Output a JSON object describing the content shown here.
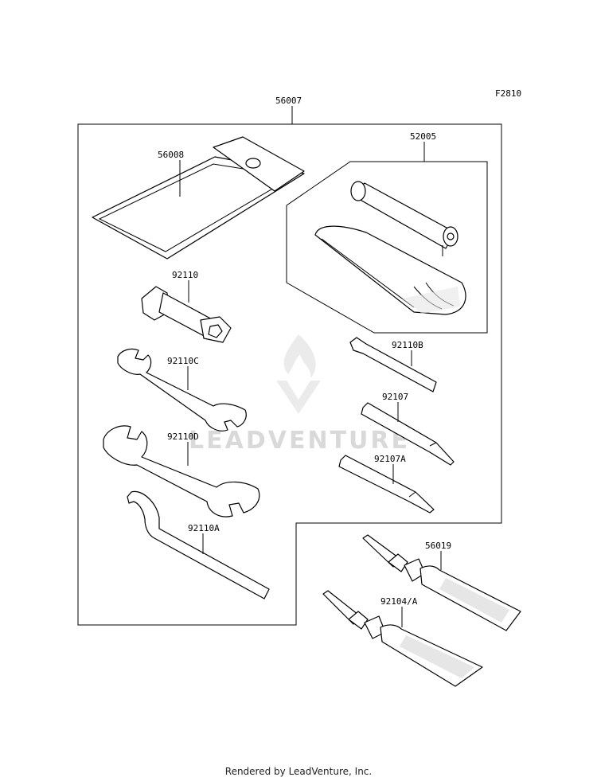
{
  "figure_code": "F2810",
  "callouts": {
    "kit": "56007",
    "pouch": "56008",
    "pump_kit": "52005",
    "plug_wrench": "92110",
    "hex_key": "92110B",
    "wrench_c": "92110C",
    "screwdriver": "92107",
    "wrench_d": "92110D",
    "screwdriver_a": "92107A",
    "wrench_a": "92110A",
    "grease_1": "56019",
    "grease_2": "92104/A"
  },
  "watermark": "LEADVENTURE",
  "footer": "Rendered by LeadVenture, Inc."
}
